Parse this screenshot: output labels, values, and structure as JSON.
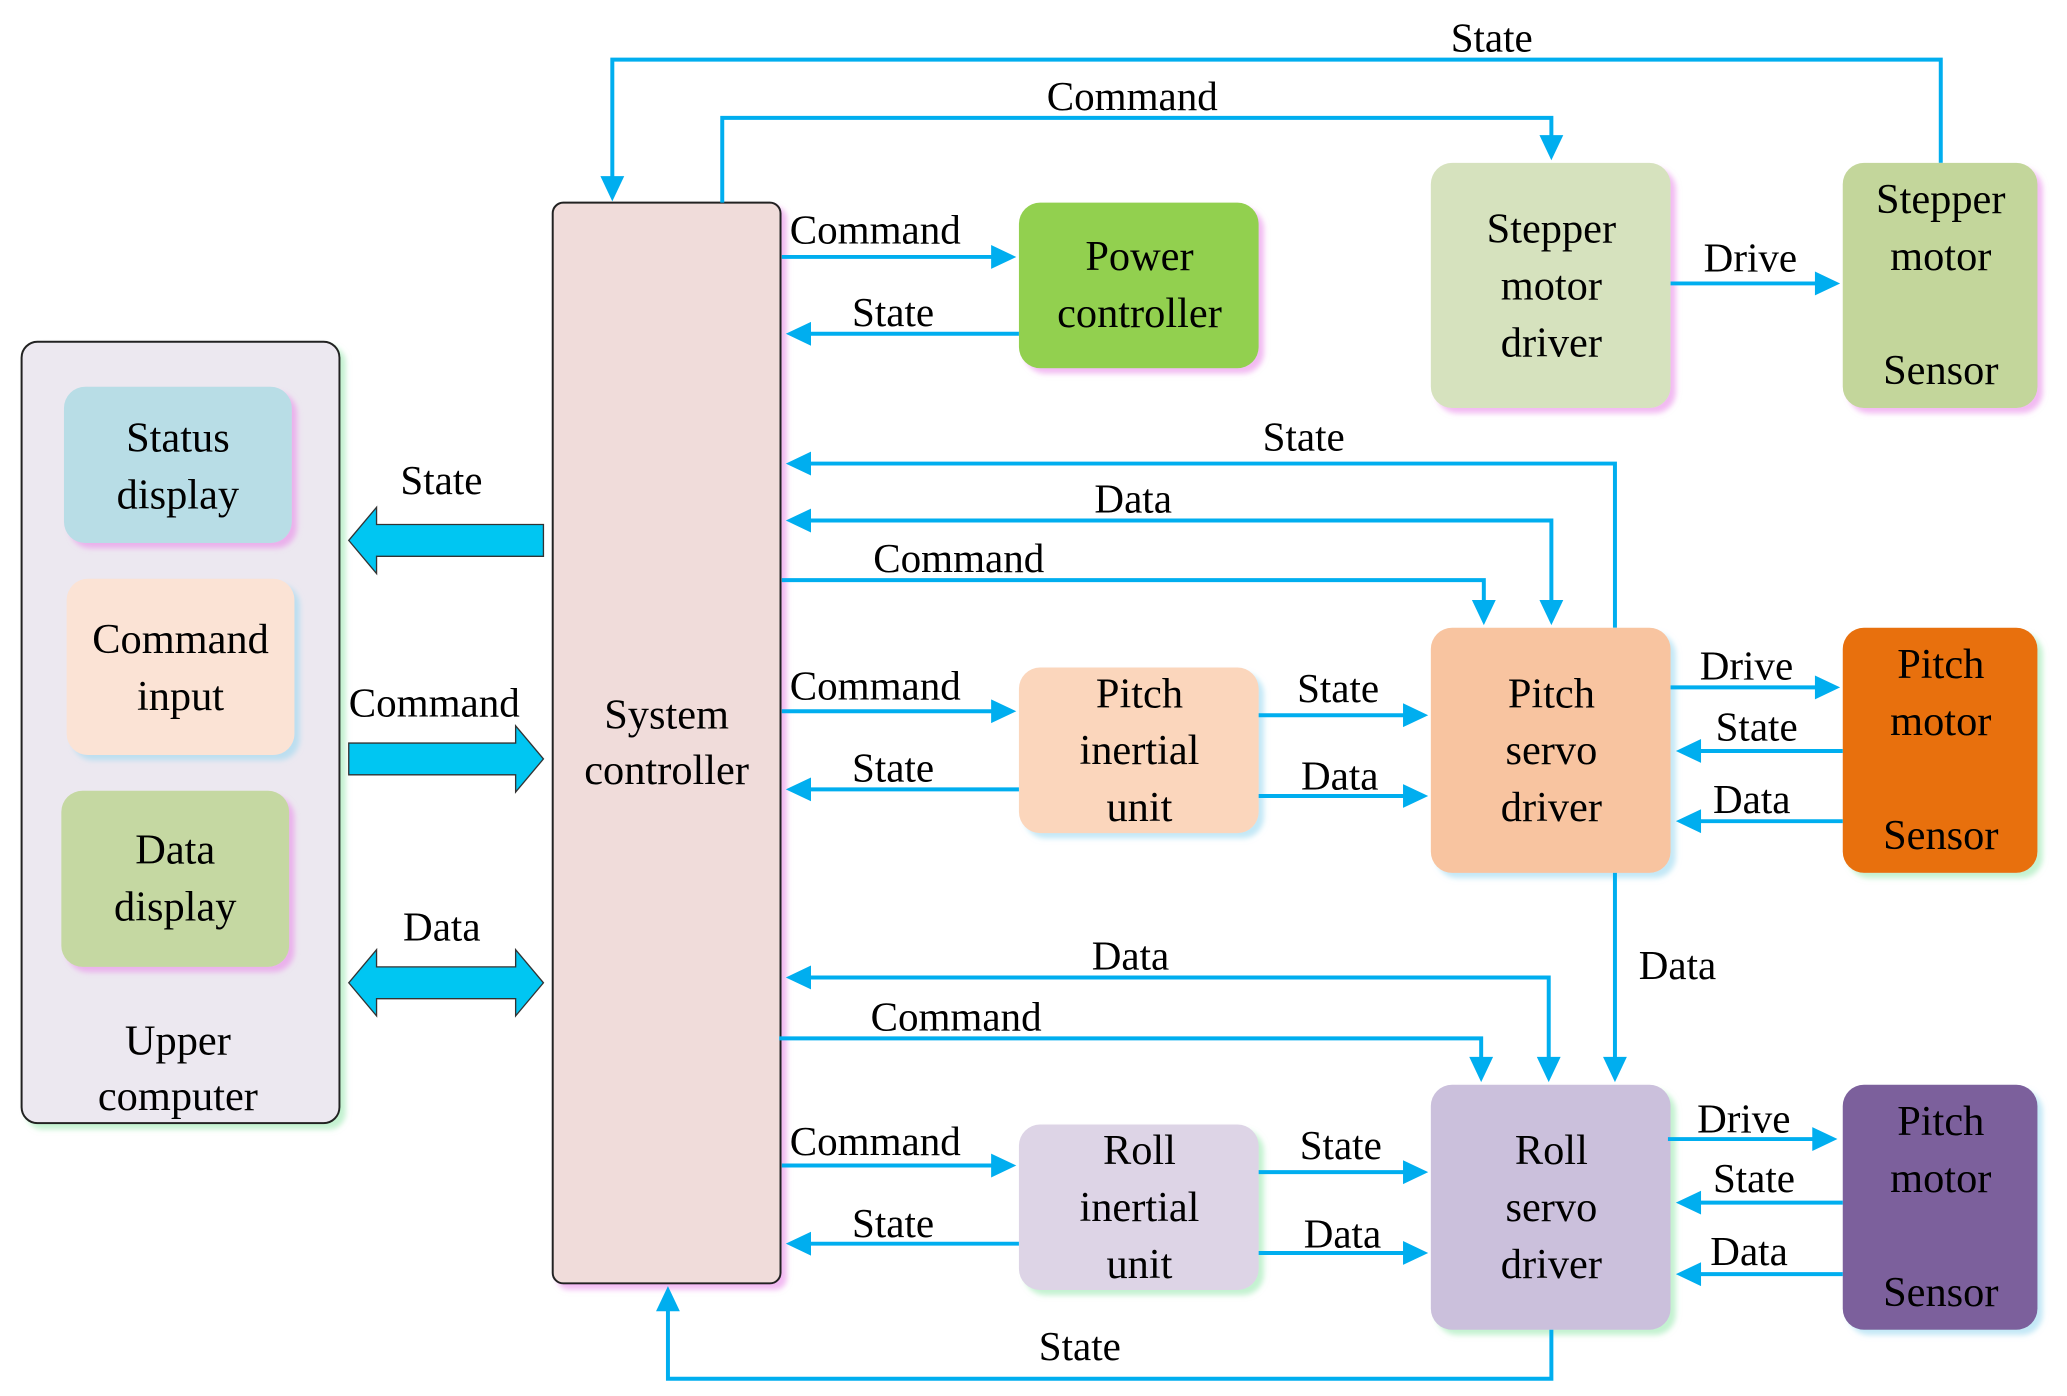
{
  "colors": {
    "wire": "#00aeef",
    "upper_computer_bg": "#ece8f0",
    "status_display": "#b8dde6",
    "command_input": "#fbe3d5",
    "data_display": "#c5d8a2",
    "system_controller": "#f0dcda",
    "power_controller": "#92d050",
    "stepper_driver": "#d6e2be",
    "stepper_motor": "#c3d69b",
    "pitch_imu": "#fbd6bc",
    "pitch_servo": "#f8c4a0",
    "pitch_motor": "#e8700f",
    "roll_imu": "#ddd4e6",
    "roll_servo": "#cbc0dc",
    "roll_motor": "#7b619c"
  },
  "blocks": {
    "upper_computer": {
      "label": [
        "Upper",
        "computer"
      ]
    },
    "status_display": {
      "label": [
        "Status",
        "display"
      ]
    },
    "command_input": {
      "label": [
        "Command",
        "input"
      ]
    },
    "data_display": {
      "label": [
        "Data",
        "display"
      ]
    },
    "system_controller": {
      "label": [
        "System",
        "controller"
      ]
    },
    "power_controller": {
      "label": [
        "Power",
        "controller"
      ]
    },
    "stepper_driver": {
      "label": [
        "Stepper",
        "motor",
        "driver"
      ]
    },
    "stepper_motor": {
      "label": [
        "Stepper",
        "motor"
      ],
      "sub": "Sensor"
    },
    "pitch_imu": {
      "label": [
        "Pitch",
        "inertial",
        "unit"
      ]
    },
    "pitch_servo": {
      "label": [
        "Pitch",
        "servo",
        "driver"
      ]
    },
    "pitch_motor": {
      "label": [
        "Pitch",
        "motor"
      ],
      "sub": "Sensor"
    },
    "roll_imu": {
      "label": [
        "Roll",
        "inertial",
        "unit"
      ]
    },
    "roll_servo": {
      "label": [
        "Roll",
        "servo",
        "driver"
      ]
    },
    "roll_motor": {
      "label": [
        "Pitch",
        "motor"
      ],
      "sub": "Sensor"
    }
  },
  "edges": {
    "uc_state": "State",
    "uc_command": "Command",
    "uc_data": "Data",
    "top_state": "State",
    "top_command": "Command",
    "power_command": "Command",
    "power_state": "State",
    "stepper_drive": "Drive",
    "pitch_servo_state": "State",
    "pitch_servo_data": "Data",
    "pitch_servo_command": "Command",
    "pitch_imu_command": "Command",
    "pitch_imu_state": "State",
    "pitch_imu_to_servo_state": "State",
    "pitch_imu_to_servo_data": "Data",
    "pitch_drive": "Drive",
    "pitch_motor_state": "State",
    "pitch_motor_data": "Data",
    "pitch_to_roll_data": "Data",
    "roll_servo_data": "Data",
    "roll_servo_command": "Command",
    "roll_imu_command": "Command",
    "roll_imu_state": "State",
    "roll_imu_to_servo_state": "State",
    "roll_imu_to_servo_data": "Data",
    "roll_drive": "Drive",
    "roll_motor_state": "State",
    "roll_motor_data": "Data",
    "bottom_state": "State"
  }
}
